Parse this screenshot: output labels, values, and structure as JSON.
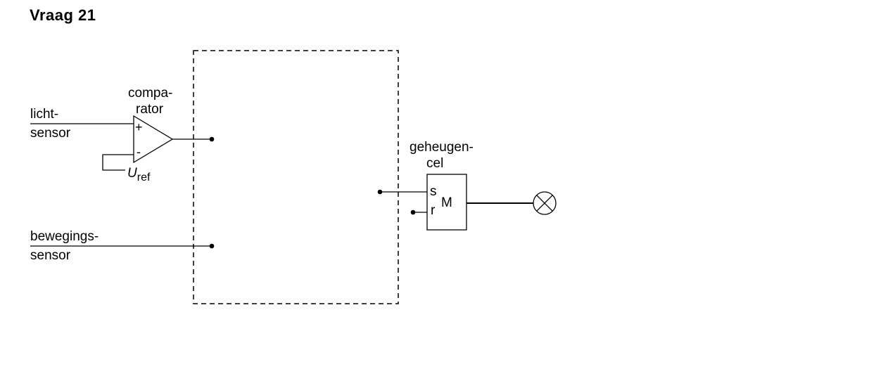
{
  "heading": "Vraag 21",
  "labels": {
    "lichtsensor_1": "licht-",
    "lichtsensor_2": "sensor",
    "comparator_1": "compa-",
    "comparator_2": "rator",
    "plus": "+",
    "minus": "-",
    "uref_main": "U",
    "uref_sub": "ref",
    "bewegingssensor_1": "bewegings-",
    "bewegingssensor_2": "sensor",
    "geheugencel_1": "geheugen-",
    "geheugencel_2": "cel",
    "set_input": "s",
    "reset_input": "r",
    "memory": "M"
  }
}
